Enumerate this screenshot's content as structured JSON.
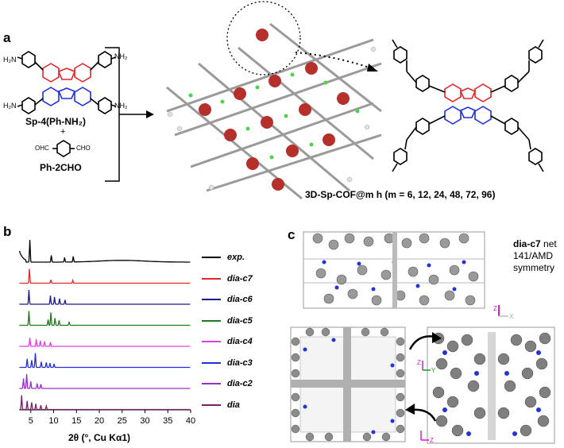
{
  "panel_a": {
    "letter": "a",
    "monomer1_name": "Sp-4(Ph-NH₂)",
    "plus": "+",
    "monomer2_name": "Ph-2CHO",
    "cho_left": "OHC",
    "cho_right": "CHO",
    "nh2_tl": "H₂N",
    "nh2_tr": "NH₂",
    "nh2_bl": "H₂N",
    "nh2_br": "NH₂",
    "product_name": "3D-Sp-COF@m h (m = 6, 12, 24, 48, 72, 96)"
  },
  "panel_b": {
    "letter": "b",
    "chart_data": {
      "type": "line",
      "xlabel": "2θ (°, Cu Kα1)",
      "xlim": [
        0,
        40
      ],
      "xticks": [
        5,
        10,
        15,
        20,
        25,
        30,
        35,
        40
      ],
      "series": [
        {
          "name": "exp.",
          "color": "#000000",
          "peaks": [
            [
              4.8,
              1.0
            ],
            [
              9.5,
              0.3
            ],
            [
              12.4,
              0.2
            ],
            [
              14.3,
              0.25
            ]
          ]
        },
        {
          "name": "dia-c7",
          "color": "#e8262a",
          "peaks": [
            [
              4.7,
              1.0
            ],
            [
              9.4,
              0.25
            ],
            [
              14.2,
              0.2
            ]
          ]
        },
        {
          "name": "dia-c6",
          "color": "#1a1a8c",
          "peaks": [
            [
              4.6,
              1.0
            ],
            [
              9.3,
              0.6
            ],
            [
              10.2,
              0.5
            ],
            [
              11.3,
              0.4
            ],
            [
              12.5,
              0.3
            ]
          ]
        },
        {
          "name": "dia-c5",
          "color": "#1e7a1e",
          "peaks": [
            [
              4.6,
              1.0
            ],
            [
              8.8,
              0.4
            ],
            [
              9.4,
              0.9
            ],
            [
              10.3,
              0.5
            ],
            [
              11.2,
              0.35
            ],
            [
              13.4,
              0.25
            ]
          ]
        },
        {
          "name": "dia-c4",
          "color": "#e040e0",
          "peaks": [
            [
              4.8,
              0.6
            ],
            [
              6.2,
              0.5
            ],
            [
              7.1,
              0.4
            ],
            [
              8.0,
              0.35
            ],
            [
              9.3,
              0.3
            ]
          ]
        },
        {
          "name": "dia-c3",
          "color": "#1f2fe0",
          "peaks": [
            [
              4.2,
              0.6
            ],
            [
              5.2,
              0.5
            ],
            [
              6.0,
              1.0
            ],
            [
              7.3,
              0.4
            ],
            [
              8.4,
              0.35
            ],
            [
              9.2,
              0.3
            ],
            [
              10.1,
              0.25
            ]
          ]
        },
        {
          "name": "dia-c2",
          "color": "#9a2ec8",
          "peaks": [
            [
              3.4,
              0.7
            ],
            [
              4.1,
              1.0
            ],
            [
              5.0,
              0.5
            ],
            [
              6.4,
              0.35
            ],
            [
              7.2,
              0.3
            ]
          ]
        },
        {
          "name": "dia",
          "color": "#7a1f6a",
          "peaks": [
            [
              3.0,
              1.0
            ],
            [
              4.2,
              0.6
            ],
            [
              5.2,
              0.5
            ],
            [
              6.1,
              0.4
            ],
            [
              7.2,
              0.3
            ],
            [
              8.4,
              0.25
            ]
          ]
        }
      ]
    }
  },
  "panel_c": {
    "letter": "c",
    "net_bold": "dia-c7",
    "net_word": "net",
    "group": "141/AMD",
    "symmetry": "symmetry",
    "axis_z": "Z",
    "axis_y": "Y",
    "axis_x": "X"
  }
}
